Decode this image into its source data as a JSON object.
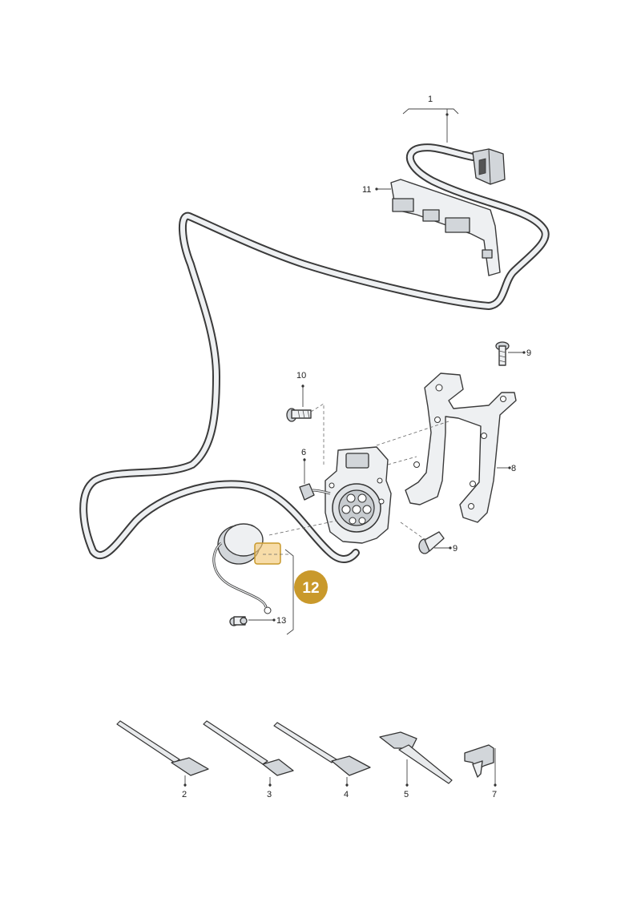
{
  "callouts": {
    "c1": "1",
    "c2": "2",
    "c3": "3",
    "c4": "4",
    "c5": "5",
    "c6": "6",
    "c7": "7",
    "c8": "8",
    "c9a": "9",
    "c9b": "9",
    "c10": "10",
    "c11": "11",
    "c12": "12",
    "c13": "13"
  },
  "colors": {
    "highlight_badge": "#c9992b",
    "highlight_box": "#f2c97a",
    "line": "#333333"
  }
}
